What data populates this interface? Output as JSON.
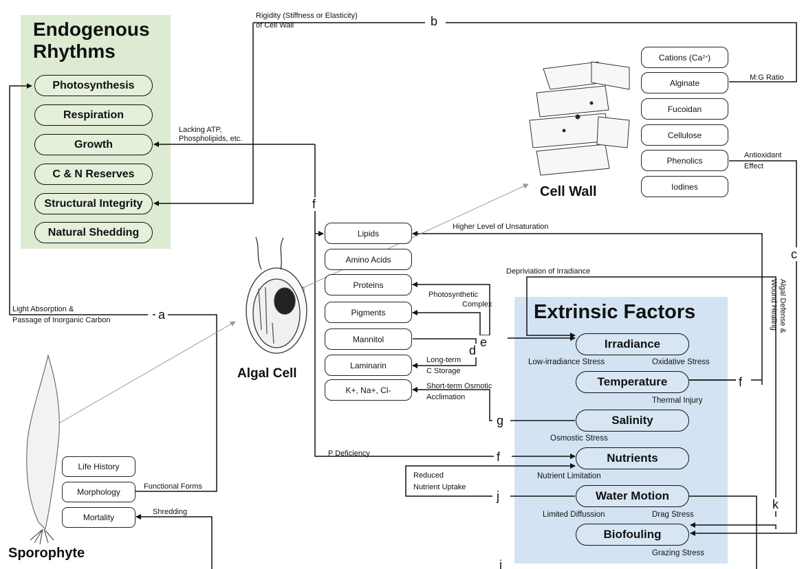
{
  "endogenous": {
    "title_line1": "Endogenous",
    "title_line2": "Rhythms",
    "items": [
      "Photosynthesis",
      "Respiration",
      "Growth",
      "C & N Reserves",
      "Structural Integrity",
      "Natural Shedding"
    ]
  },
  "cell_wall": {
    "title": "Cell Wall",
    "components": [
      "Cations (Ca",
      "Alginate",
      "Fucoidan",
      "Cellulose",
      "Phenolics",
      "Iodines"
    ],
    "cation_superscript": "2+",
    "cation_close": ")"
  },
  "algal_cell": {
    "title": "Algal Cell",
    "components": [
      "Lipids",
      "Amino Acids",
      "Proteins",
      "Pigments",
      "Mannitol",
      "Laminarin",
      "K+, Na+, Cl-"
    ]
  },
  "sporophyte": {
    "title": "Sporophyte",
    "items": [
      "Life History",
      "Morphology",
      "Mortality"
    ]
  },
  "extrinsic": {
    "title": "Extrinsic Factors",
    "factors": [
      {
        "name": "Irradiance",
        "left_stress": "Low-irradiance Stress",
        "right_stress": "Oxidative Stress"
      },
      {
        "name": "Temperature",
        "left_stress": "",
        "right_stress": "Thermal Injury"
      },
      {
        "name": "Salinity",
        "left_stress": "Osmostic Stress",
        "right_stress": ""
      },
      {
        "name": "Nutrients",
        "left_stress": "Nutrient Limitation",
        "right_stress": ""
      },
      {
        "name": "Water Motion",
        "left_stress": "Limited Diffussion",
        "right_stress": "Drag Stress"
      },
      {
        "name": "Biofouling",
        "left_stress": "",
        "right_stress": "Grazing Stress"
      }
    ]
  },
  "labels": {
    "rigidity_1": "Rigidity (Stiffness or Elasticity)",
    "rigidity_2": "of Cell Wall",
    "lacking_1": "Lacking ATP,",
    "lacking_2": "Phospholipids, etc.",
    "light_1": "Light Absorption &",
    "light_2": "Passage of Inorganic Carbon",
    "mg_ratio": "M:G Ratio",
    "antiox_1": "Antioxidant",
    "antiox_2": "Effect",
    "unsaturation": "Higher Level of Unsaturation",
    "depriviation": "Depriviation of Irradiance",
    "photo_1": "Photosynthetic",
    "photo_2": "Complex",
    "longterm_1": "Long-term",
    "longterm_2": "C Storage",
    "shortterm_1": "Short-term Osmotic",
    "shortterm_2": "Acclimation",
    "p_deficiency": "P Deficiency",
    "reduced_1": "Reduced",
    "reduced_2": "Nutrient Uptake",
    "functional_forms": "Functional Forms",
    "shredding": "Shredding",
    "algal_defense_1": "Algal Defense &",
    "algal_defense_2": "Wound Healing"
  },
  "letters": {
    "a": "a",
    "b": "b",
    "c": "c",
    "d": "d",
    "e": "e",
    "f": "f",
    "g": "g",
    "j": "j",
    "k": "k",
    "i": "i"
  },
  "colors": {
    "green_panel": "#dcebd2",
    "blue_panel": "#d3e3f3",
    "arrow_green": "#6aaa55",
    "arrow_orange": "#e8713a"
  }
}
